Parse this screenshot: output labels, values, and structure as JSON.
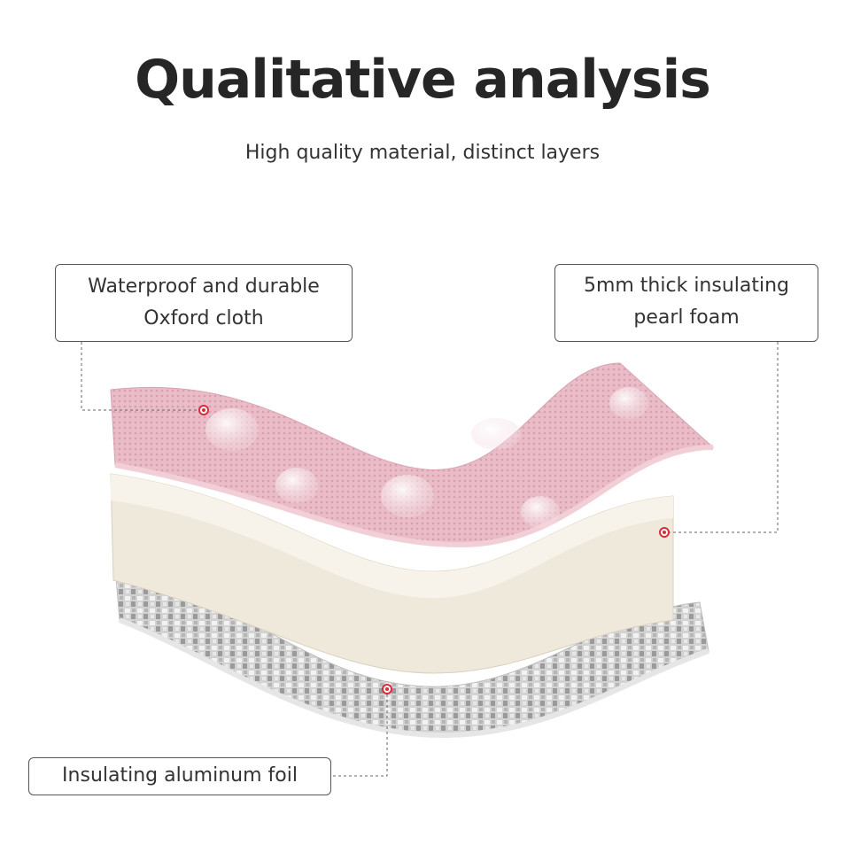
{
  "header": {
    "title": "Qualitative analysis",
    "subtitle": "High quality material, distinct layers"
  },
  "callouts": {
    "oxford": {
      "line1": "Waterproof and durable",
      "line2": "Oxford cloth"
    },
    "foam": {
      "line1": "5mm thick insulating",
      "line2": "pearl foam"
    },
    "foil": {
      "label": "Insulating aluminum foil"
    }
  },
  "layers": [
    {
      "name": "oxford-cloth",
      "color": "#e7b8c3"
    },
    {
      "name": "pearl-foam",
      "color": "#efe9dc"
    },
    {
      "name": "aluminum-foil",
      "color": "#cfcfcf"
    }
  ],
  "marker_color": "#d92b3a"
}
